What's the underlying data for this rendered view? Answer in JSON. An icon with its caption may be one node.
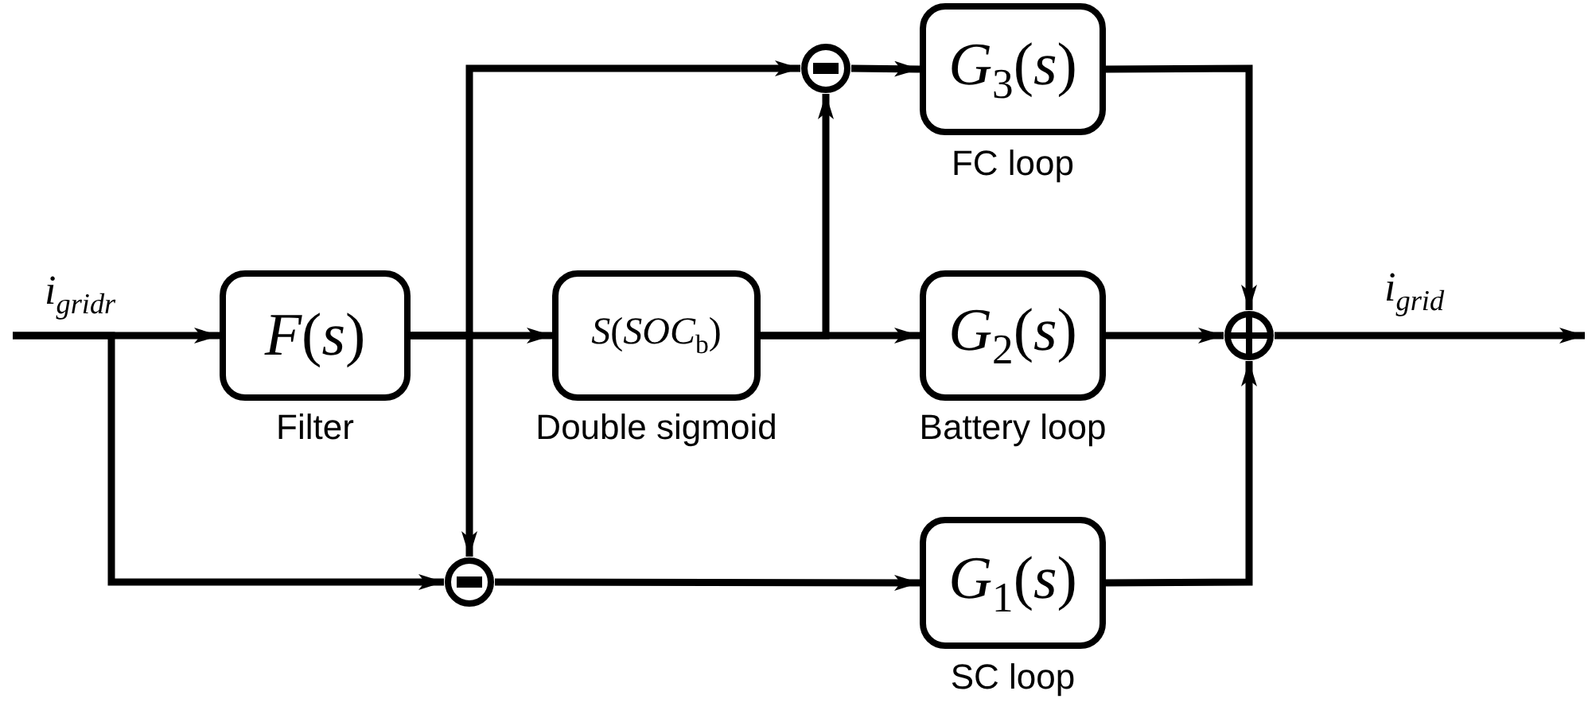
{
  "diagram": {
    "nodes": [
      {
        "text": [],
        "shape": "circle"
      },
      {
        "text": [
          "*G*$_{3}$(*s*)"
        ],
        "beside": [
          "FC loop"
        ]
      },
      {
        "text": [
          "*F*(*s*)"
        ],
        "beside": [
          "Filter"
        ]
      },
      {
        "text": [
          "*S*(*SOC*$_{b}$)"
        ],
        "beside": [
          "Double sigmoid"
        ]
      },
      {
        "text": [
          "*G*$_{2}$(*s*)"
        ],
        "beside": [
          "Battery loop"
        ]
      },
      {
        "text": [],
        "shape": "circle"
      },
      {
        "text": [],
        "shape": "circle"
      },
      {
        "text": [
          "*G*$_{1}$(*s*)"
        ],
        "beside": [
          "SC loop"
        ]
      }
    ],
    "edges": [
      {
        "from": null,
        "to": 2,
        "arrow": "to",
        "label": "i$_{gridr}$"
      },
      {
        "from": null,
        "to": 6,
        "arrow": "to"
      },
      {
        "from": 2,
        "to": 3,
        "arrow": "to"
      },
      {
        "from": 2,
        "to": 0,
        "arrow": "to"
      },
      {
        "from": 2,
        "to": 6,
        "arrow": "to"
      },
      {
        "from": 3,
        "to": 4,
        "arrow": "to"
      },
      {
        "from": 3,
        "to": 0,
        "arrow": "to"
      },
      {
        "from": 0,
        "to": 1,
        "arrow": "to"
      },
      {
        "from": 1,
        "to": 5,
        "arrow": "to"
      },
      {
        "from": 4,
        "to": 5,
        "arrow": "to"
      },
      {
        "from": 7,
        "to": 5,
        "arrow": "to"
      },
      {
        "from": 6,
        "to": 7,
        "arrow": "to"
      },
      {
        "from": 5,
        "to": null,
        "arrow": "to",
        "label": "i$_{grid}$"
      }
    ]
  }
}
